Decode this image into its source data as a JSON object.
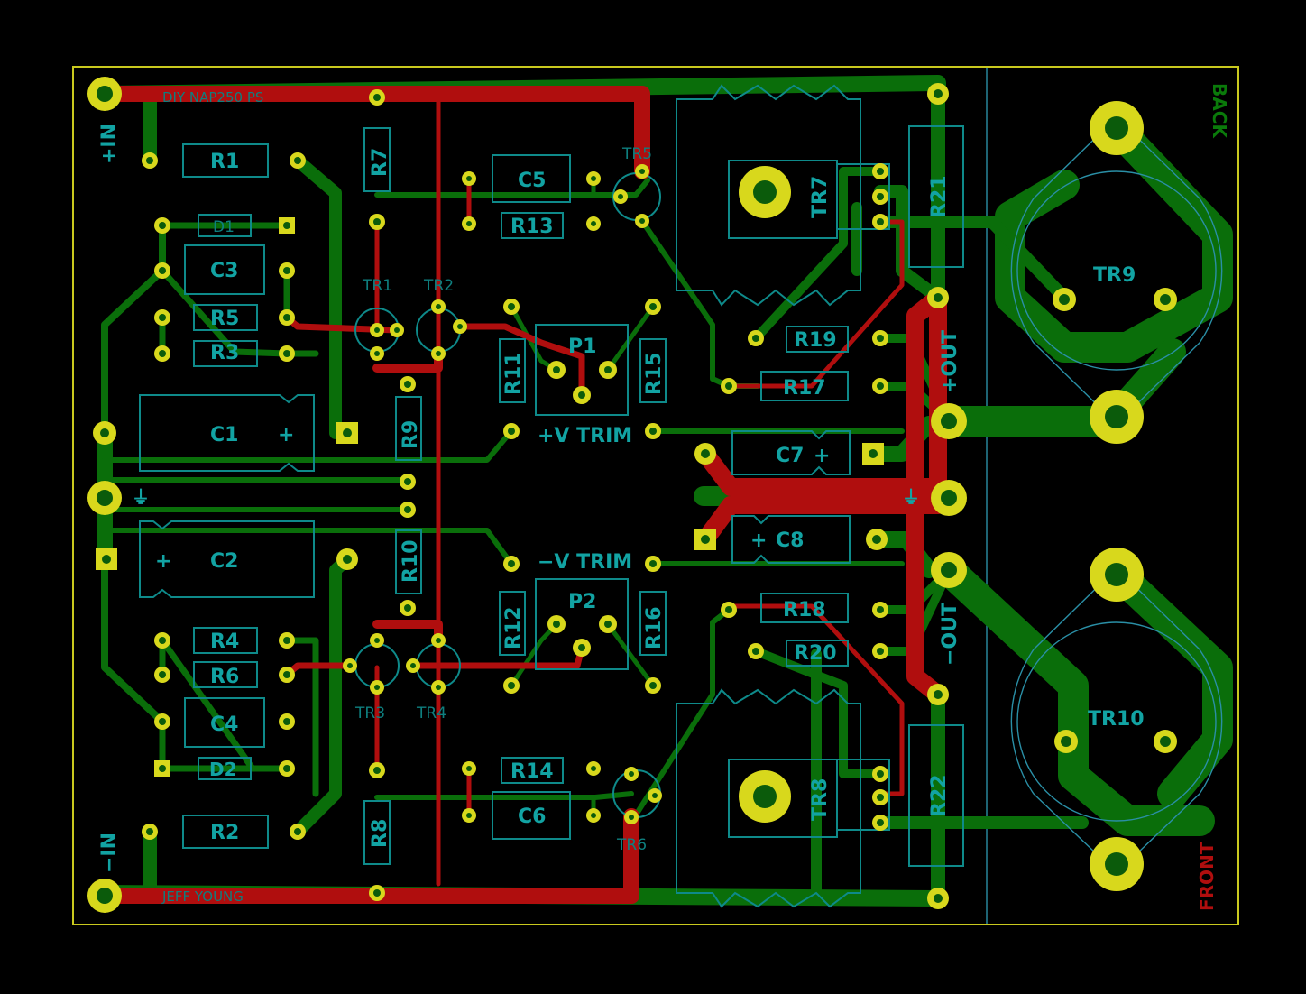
{
  "board": {
    "title_text": "DIY NAP250 PS",
    "author_text": "JEFF YOUNG",
    "back_label": "BACK",
    "front_label": "FRONT",
    "plus_in": "+IN",
    "minus_in": "−IN",
    "plus_out": "+OUT",
    "minus_out": "−OUT",
    "ground_symbol": "⏚"
  },
  "components": {
    "R1": "R1",
    "R2": "R2",
    "R3": "R3",
    "R4": "R4",
    "R5": "R5",
    "R6": "R6",
    "R7": "R7",
    "R8": "R8",
    "R9": "R9",
    "R10": "R10",
    "R11": "R11",
    "R12": "R12",
    "R13": "R13",
    "R14": "R14",
    "R15": "R15",
    "R16": "R16",
    "R17": "R17",
    "R18": "R18",
    "R19": "R19",
    "R20": "R20",
    "R21": "R21",
    "R22": "R22",
    "C1": "C1",
    "C2": "C2",
    "C3": "C3",
    "C4": "C4",
    "C5": "C5",
    "C6": "C6",
    "C7": "C7",
    "C8": "C8",
    "D1": "D1",
    "D2": "D2",
    "P1": "P1",
    "P2": "P2",
    "TR1": "TR1",
    "TR2": "TR2",
    "TR3": "TR3",
    "TR4": "TR4",
    "TR5": "TR5",
    "TR6": "TR6",
    "TR7": "TR7",
    "TR8": "TR8",
    "TR9": "TR9",
    "TR10": "TR10",
    "plus_trim": "+V TRIM",
    "minus_trim": "−V TRIM",
    "plus_sign": "+"
  },
  "colors": {
    "background": "#000000",
    "board_edge": "#c9c91e",
    "front_copper": "#0a6e0a",
    "back_copper": "#b00e0e",
    "pads": "#d8d81c",
    "silkscreen": "#12a3a3"
  }
}
